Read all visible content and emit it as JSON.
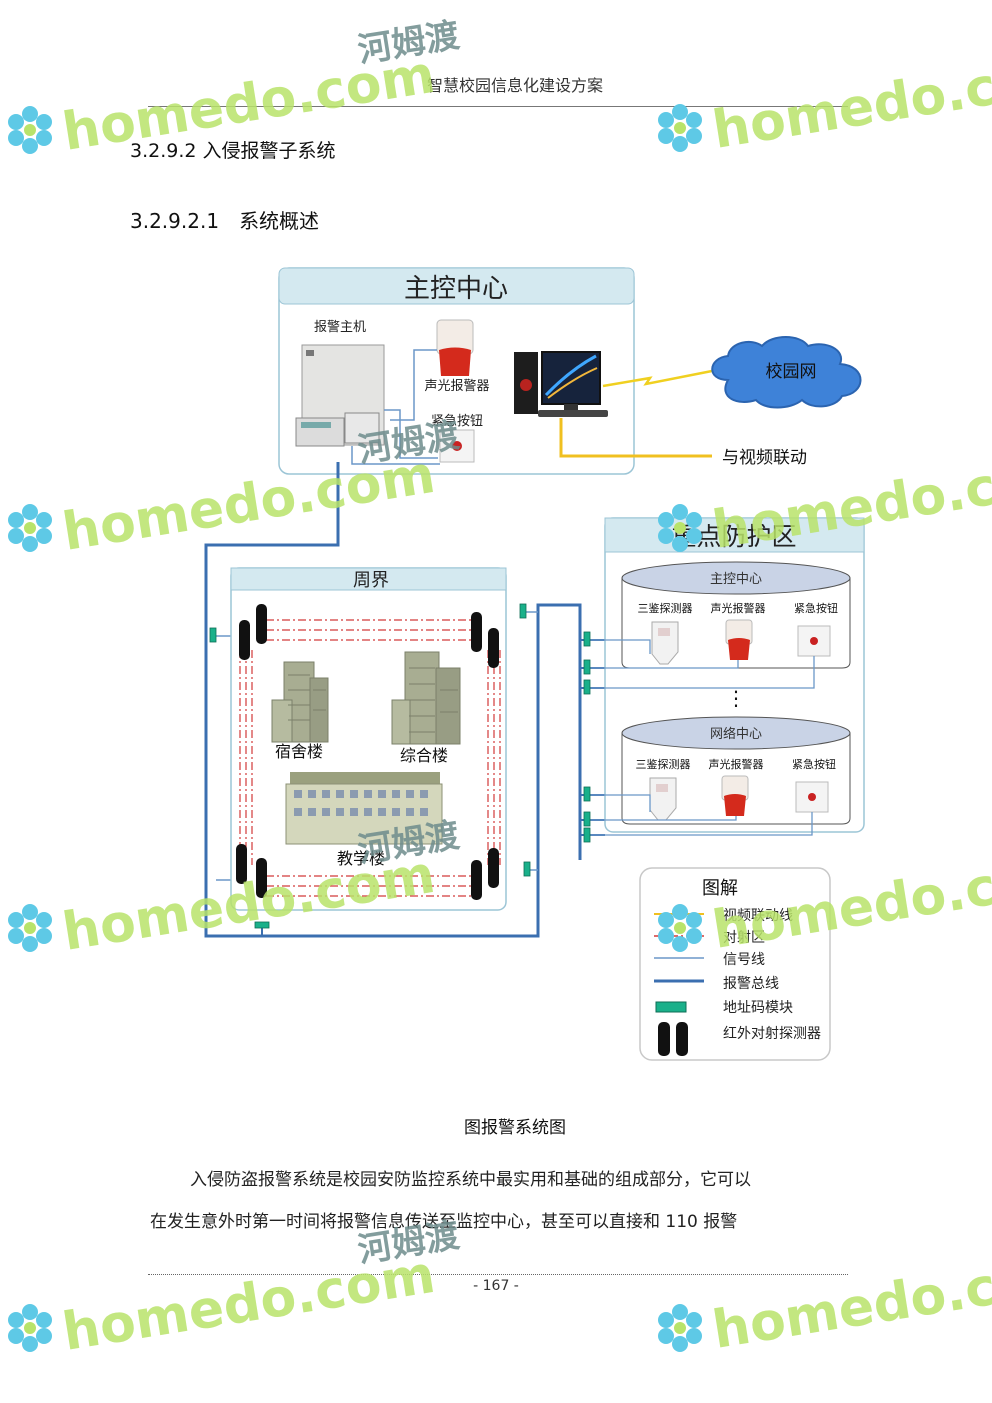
{
  "header": {
    "title": "智慧校园信息化建设方案"
  },
  "section": {
    "h3": "3.2.9.2 入侵报警子系统",
    "h4_num": "3.2.9.2.1",
    "h4_title": "系统概述"
  },
  "diagram": {
    "main_center": {
      "title": "主控中心",
      "alarm_host": "报警主机",
      "siren": "声光报警器",
      "button": "紧急按钮"
    },
    "campus_net": "校园网",
    "video_link": "与视频联动",
    "perimeter": {
      "title": "周界",
      "dorm": "宿舍楼",
      "complex": "综合楼",
      "teaching": "教学楼"
    },
    "key_zone": {
      "title": "重点防护区",
      "zone1": {
        "title": "主控中心",
        "detector": "三鉴探测器",
        "siren": "声光报警器",
        "button": "紧急按钮"
      },
      "dots": "⋮",
      "zone2": {
        "title": "网络中心",
        "detector": "三鉴探测器",
        "siren": "声光报警器",
        "button": "紧急按钮"
      }
    },
    "legend": {
      "title": "图解",
      "items": [
        "视频联动线",
        "对射区",
        "信号线",
        "报警总线",
        "地址码模块",
        "红外对射探测器"
      ]
    },
    "colors": {
      "header_fill": "#d4e9f0",
      "bus": "#3b6fb0",
      "video": "#f0c020",
      "module": "#1ab08a",
      "beam": "#d23a3a",
      "cloud": "#3e82d8"
    }
  },
  "caption": "图报警系统图",
  "body": {
    "p1": "入侵防盗报警系统是校园安防监控系统中最实用和基础的组成部分，它可以",
    "p2": "在发生意外时第一时间将报警信息传送至监控中心，甚至可以直接和 110 报警"
  },
  "footer": {
    "page": "- 167 -"
  },
  "watermark": {
    "brand": "homedo.com",
    "cn": "河姆渡"
  }
}
